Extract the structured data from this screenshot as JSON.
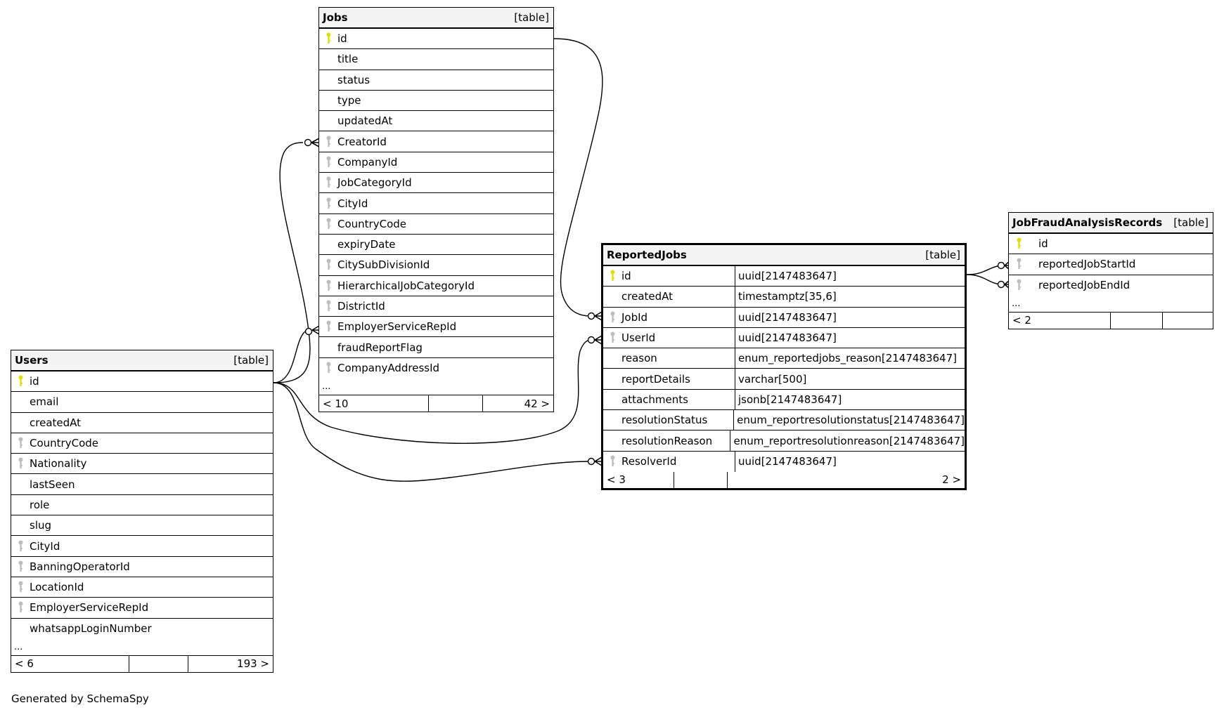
{
  "colors": {
    "primary_key": "#e0e000",
    "foreign_key": "#bdbdbd",
    "header_bg": "#f4f4f4",
    "line": "#000000"
  },
  "tables": {
    "jobs": {
      "name": "Jobs",
      "kind": "[table]",
      "columns": [
        {
          "name": "id",
          "key": "primary"
        },
        {
          "name": "title",
          "key": ""
        },
        {
          "name": "status",
          "key": ""
        },
        {
          "name": "type",
          "key": ""
        },
        {
          "name": "updatedAt",
          "key": ""
        },
        {
          "name": "CreatorId",
          "key": "foreign"
        },
        {
          "name": "CompanyId",
          "key": "foreign"
        },
        {
          "name": "JobCategoryId",
          "key": "foreign"
        },
        {
          "name": "CityId",
          "key": "foreign"
        },
        {
          "name": "CountryCode",
          "key": "foreign"
        },
        {
          "name": "expiryDate",
          "key": ""
        },
        {
          "name": "CitySubDivisionId",
          "key": "foreign"
        },
        {
          "name": "HierarchicalJobCategoryId",
          "key": "foreign"
        },
        {
          "name": "DistrictId",
          "key": "foreign"
        },
        {
          "name": "EmployerServiceRepId",
          "key": "foreign"
        },
        {
          "name": "fraudReportFlag",
          "key": ""
        },
        {
          "name": "CompanyAddressId",
          "key": "foreign"
        }
      ],
      "more": "...",
      "footer": {
        "parents": "< 10",
        "middle": "",
        "children": "42 >"
      }
    },
    "users": {
      "name": "Users",
      "kind": "[table]",
      "columns": [
        {
          "name": "id",
          "key": "primary"
        },
        {
          "name": "email",
          "key": ""
        },
        {
          "name": "createdAt",
          "key": ""
        },
        {
          "name": "CountryCode",
          "key": "foreign"
        },
        {
          "name": "Nationality",
          "key": "foreign"
        },
        {
          "name": "lastSeen",
          "key": ""
        },
        {
          "name": "role",
          "key": ""
        },
        {
          "name": "slug",
          "key": ""
        },
        {
          "name": "CityId",
          "key": "foreign"
        },
        {
          "name": "BanningOperatorId",
          "key": "foreign"
        },
        {
          "name": "LocationId",
          "key": "foreign"
        },
        {
          "name": "EmployerServiceRepId",
          "key": "foreign"
        },
        {
          "name": "whatsappLoginNumber",
          "key": ""
        }
      ],
      "more": "...",
      "footer": {
        "parents": "< 6",
        "middle": "",
        "children": "193 >"
      }
    },
    "reportedjobs": {
      "name": "ReportedJobs",
      "kind": "[table]",
      "columns": [
        {
          "name": "id",
          "key": "primary",
          "type": "uuid[2147483647]"
        },
        {
          "name": "createdAt",
          "key": "",
          "type": "timestamptz[35,6]"
        },
        {
          "name": "JobId",
          "key": "foreign",
          "type": "uuid[2147483647]"
        },
        {
          "name": "UserId",
          "key": "foreign",
          "type": "uuid[2147483647]"
        },
        {
          "name": "reason",
          "key": "",
          "type": "enum_reportedjobs_reason[2147483647]"
        },
        {
          "name": "reportDetails",
          "key": "",
          "type": "varchar[500]"
        },
        {
          "name": "attachments",
          "key": "",
          "type": "jsonb[2147483647]"
        },
        {
          "name": "resolutionStatus",
          "key": "",
          "type": "enum_reportresolutionstatus[2147483647]"
        },
        {
          "name": "resolutionReason",
          "key": "",
          "type": "enum_reportresolutionreason[2147483647]"
        },
        {
          "name": "ResolverId",
          "key": "foreign",
          "type": "uuid[2147483647]"
        }
      ],
      "footer": {
        "parents": "< 3",
        "middle": "",
        "children": "2 >"
      }
    },
    "jfar": {
      "name": "JobFraudAnalysisRecords",
      "kind": "[table]",
      "columns": [
        {
          "name": "id",
          "key": "primary"
        },
        {
          "name": "reportedJobStartId",
          "key": "foreign"
        },
        {
          "name": "reportedJobEndId",
          "key": "foreign"
        }
      ],
      "more": "...",
      "footer": {
        "parents": "< 2",
        "middle": "",
        "children": ""
      }
    }
  },
  "relationships": [
    {
      "from": "Users.id",
      "to": "Jobs.CreatorId",
      "cardinality": "zero-or-many"
    },
    {
      "from": "Users.id",
      "to": "Jobs.EmployerServiceRepId",
      "cardinality": "zero-or-many"
    },
    {
      "from": "Jobs.id",
      "to": "ReportedJobs.JobId",
      "cardinality": "zero-or-many"
    },
    {
      "from": "Users.id",
      "to": "ReportedJobs.UserId",
      "cardinality": "zero-or-many"
    },
    {
      "from": "Users.id",
      "to": "ReportedJobs.ResolverId",
      "cardinality": "zero-or-many"
    },
    {
      "from": "ReportedJobs.id",
      "to": "JobFraudAnalysisRecords.reportedJobStartId",
      "cardinality": "zero-or-many"
    },
    {
      "from": "ReportedJobs.id",
      "to": "JobFraudAnalysisRecords.reportedJobEndId",
      "cardinality": "zero-or-many"
    }
  ],
  "credit": "Generated by SchemaSpy"
}
